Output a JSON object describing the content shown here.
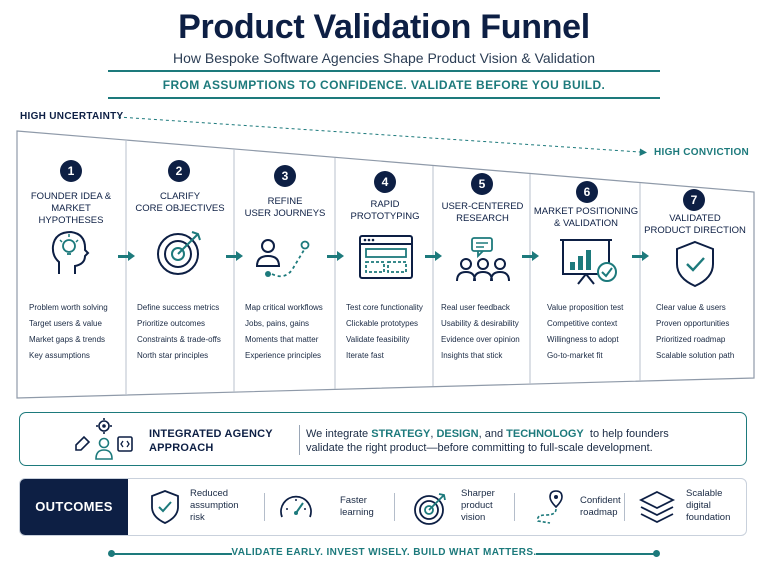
{
  "header": {
    "title": "Product Validation Funnel",
    "subtitle": "How Bespoke Software Agencies Shape Product Vision & Validation",
    "banner": "FROM ASSUMPTIONS TO CONFIDENCE. VALIDATE BEFORE YOU BUILD."
  },
  "funnel": {
    "start_label": "HIGH UNCERTAINTY",
    "end_label": "HIGH CONVICTION",
    "stages": [
      {
        "number": "1",
        "title": "FOUNDER IDEA &\nMARKET HYPOTHESES",
        "icon": "head-lightbulb-icon",
        "bullets": [
          "Problem worth solving",
          "Target users & value",
          "Market gaps & trends",
          "Key assumptions"
        ]
      },
      {
        "number": "2",
        "title": "CLARIFY\nCORE OBJECTIVES",
        "icon": "target-arrow-icon",
        "bullets": [
          "Define success metrics",
          "Prioritize outcomes",
          "Constraints & trade-offs",
          "North star principles"
        ]
      },
      {
        "number": "3",
        "title": "REFINE\nUSER JOURNEYS",
        "icon": "user-journey-icon",
        "bullets": [
          "Map critical workflows",
          "Jobs, pains, gains",
          "Moments that matter",
          "Experience principles"
        ]
      },
      {
        "number": "4",
        "title": "RAPID\nPROTOTYPING",
        "icon": "prototype-window-icon",
        "bullets": [
          "Test core functionality",
          "Clickable prototypes",
          "Validate feasibility",
          "Iterate fast"
        ]
      },
      {
        "number": "5",
        "title": "USER-CENTERED\nRESEARCH",
        "icon": "user-group-chat-icon",
        "bullets": [
          "Real user feedback",
          "Usability & desirability",
          "Evidence over opinion",
          "Insights that stick"
        ]
      },
      {
        "number": "6",
        "title": "MARKET POSITIONING\n& VALIDATION",
        "icon": "presentation-chart-icon",
        "bullets": [
          "Value proposition test",
          "Competitive context",
          "Willingness to adopt",
          "Go-to-market fit"
        ]
      },
      {
        "number": "7",
        "title": "VALIDATED\nPRODUCT DIRECTION",
        "icon": "shield-check-icon",
        "bullets": [
          "Clear value & users",
          "Proven opportunities",
          "Prioritized roadmap",
          "Scalable solution path"
        ]
      }
    ]
  },
  "integrated": {
    "title_line1": "INTEGRATED AGENCY",
    "title_line2": "APPROACH",
    "text_prefix": "We integrate ",
    "strategy": "STRATEGY",
    "comma": ", ",
    "design": "DESIGN",
    "and": ", and ",
    "technology": "TECHNOLOGY",
    "text_suffix": "  to help founders",
    "line2": "validate the right product—before committing to full-scale development."
  },
  "outcomes": {
    "label": "OUTCOMES",
    "items": [
      {
        "text": "Reduced\nassumption\nrisk",
        "icon": "shield-check-icon"
      },
      {
        "text": "Faster\nlearning",
        "icon": "speedometer-icon"
      },
      {
        "text": "Sharper\nproduct\nvision",
        "icon": "target-arrow-icon"
      },
      {
        "text": "Confident\nroadmap",
        "icon": "route-pin-icon"
      },
      {
        "text": "Scalable\ndigital\nfoundation",
        "icon": "layers-icon"
      }
    ]
  },
  "footer": "VALIDATE EARLY.  INVEST WISELY.  BUILD WHAT MATTERS.",
  "colors": {
    "navy": "#0d1f44",
    "teal": "#1d7a7c",
    "border": "#9aa6b6"
  }
}
